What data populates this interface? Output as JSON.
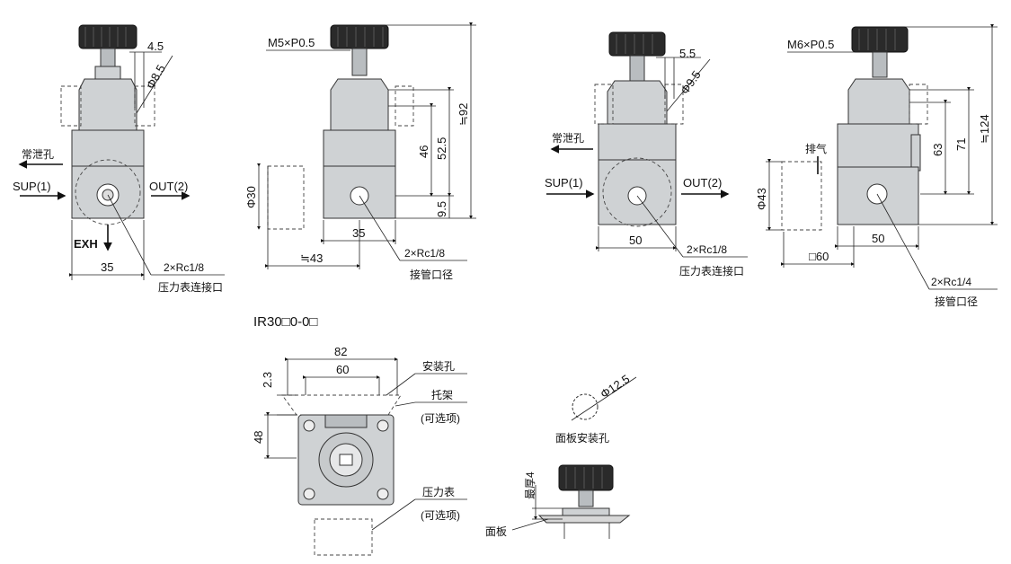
{
  "views": {
    "v1": {
      "dims": {
        "d45": "4.5",
        "d85": "Φ8.5",
        "d35": "35"
      },
      "ports": {
        "supply_hole": "常泄孔",
        "sup": "SUP(1)",
        "out": "OUT(2)",
        "exh": "EXH"
      },
      "callout": {
        "line1": "2×Rc1/8",
        "line2": "压力表连接口"
      }
    },
    "v2": {
      "dims": {
        "thread": "M5×P0.5",
        "d92": "≒92",
        "d525": "52.5",
        "d46": "46",
        "d95": "9.5",
        "d30": "Φ30",
        "d35": "35",
        "d43": "≒43"
      },
      "callout": {
        "line1": "2×Rc1/8",
        "line2": "接管口径"
      }
    },
    "v3": {
      "dims": {
        "d55": "5.5",
        "d95": "Φ9.5",
        "d50": "50"
      },
      "ports": {
        "supply_hole": "常泄孔",
        "sup": "SUP(1)",
        "out": "OUT(2)"
      },
      "callout": {
        "line1": "2×Rc1/8",
        "line2": "压力表连接口"
      }
    },
    "v4": {
      "dims": {
        "thread": "M6×P0.5",
        "d124": "≒124",
        "d71": "71",
        "d63": "63",
        "d43": "Φ43",
        "d50": "50",
        "d60": "□60"
      },
      "ports": {
        "exhaust": "排气"
      },
      "callout": {
        "line1": "2×Rc1/4",
        "line2": "接管口径"
      }
    },
    "v5": {
      "model": "IR30□0-0□",
      "dims": {
        "d82": "82",
        "d60": "60",
        "d23": "2.3",
        "d48": "48"
      },
      "labels": {
        "mount_hole": "安装孔",
        "bracket": "托架",
        "optional1": "(可选项)",
        "gauge": "压力表",
        "optional2": "(可选项)"
      }
    },
    "v6": {
      "dims": {
        "d125": "Φ12.5",
        "thickness": "最厚4"
      },
      "labels": {
        "panel_hole": "面板安装孔",
        "panel": "面板"
      }
    }
  }
}
